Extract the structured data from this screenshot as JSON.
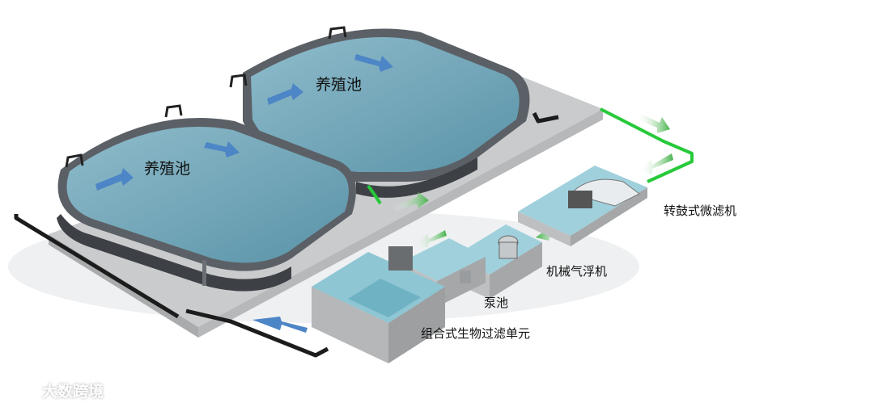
{
  "labels": {
    "pool_1": "养殖池",
    "pool_2": "养殖池",
    "drum_filter": "转鼓式微滤机",
    "air_flotation": "机械气浮机",
    "pump_pool": "泵池",
    "bio_filter": "组合式生物过滤单元"
  },
  "watermark": {
    "text": "大数跨境"
  },
  "colors": {
    "water": "#5f99ad",
    "water_light": "#8fbccb",
    "rim": "#4a4f55",
    "platform": "#c9cbcd",
    "platform_shade": "#a9abad",
    "pipe_green": "#27c93a",
    "flow_arrow": "#4d86c6"
  }
}
